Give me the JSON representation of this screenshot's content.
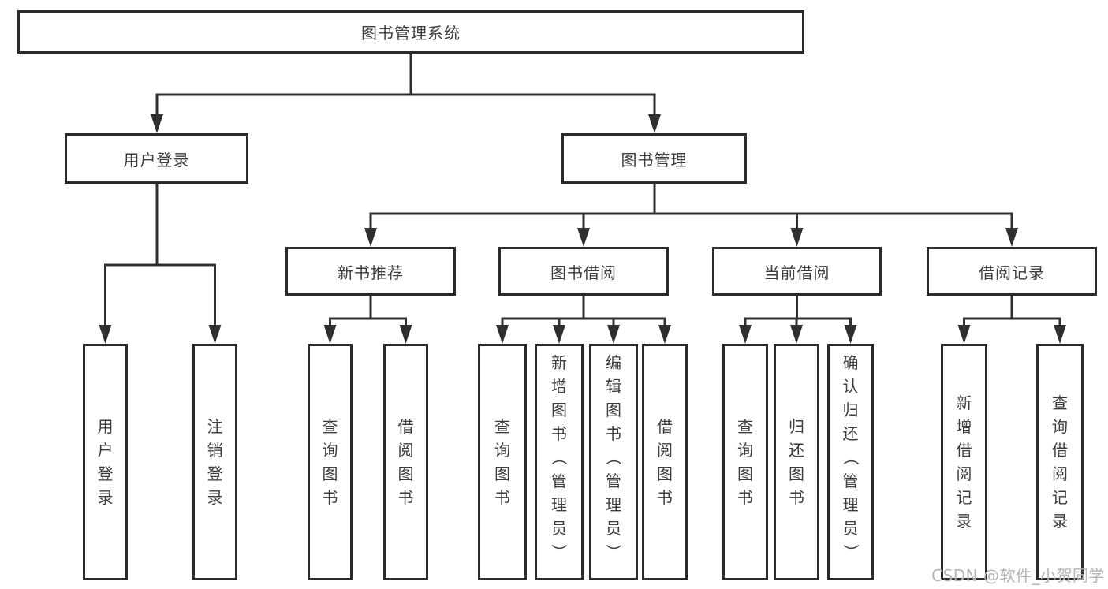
{
  "diagram_title": "图书管理系统",
  "watermark": {
    "text": "CSDN @软件_小贺同学"
  },
  "colors": {
    "background": "#ffffff",
    "line": "#2f2f2f",
    "box_border": "#2b2b2b",
    "text": "#3d3d3d",
    "watermark": "#b5b5b5"
  },
  "tree": {
    "root": {
      "label": "图书管理系统",
      "children": [
        {
          "label": "用户登录",
          "children": [
            {
              "label": "用户登录"
            },
            {
              "label": "注销登录"
            }
          ]
        },
        {
          "label": "图书管理",
          "children": [
            {
              "label": "新书推荐",
              "children": [
                {
                  "label": "查询图书"
                },
                {
                  "label": "借阅图书"
                }
              ]
            },
            {
              "label": "图书借阅",
              "children": [
                {
                  "label": "查询图书"
                },
                {
                  "label": "新增图书（管理员）"
                },
                {
                  "label": "编辑图书（管理员）"
                },
                {
                  "label": "借阅图书"
                }
              ]
            },
            {
              "label": "当前借阅",
              "children": [
                {
                  "label": "查询图书"
                },
                {
                  "label": "归还图书"
                },
                {
                  "label": "确认归还（管理员）"
                }
              ]
            },
            {
              "label": "借阅记录",
              "children": [
                {
                  "label": "新增借阅记录"
                },
                {
                  "label": "查询借阅记录"
                }
              ]
            }
          ]
        }
      ]
    }
  }
}
